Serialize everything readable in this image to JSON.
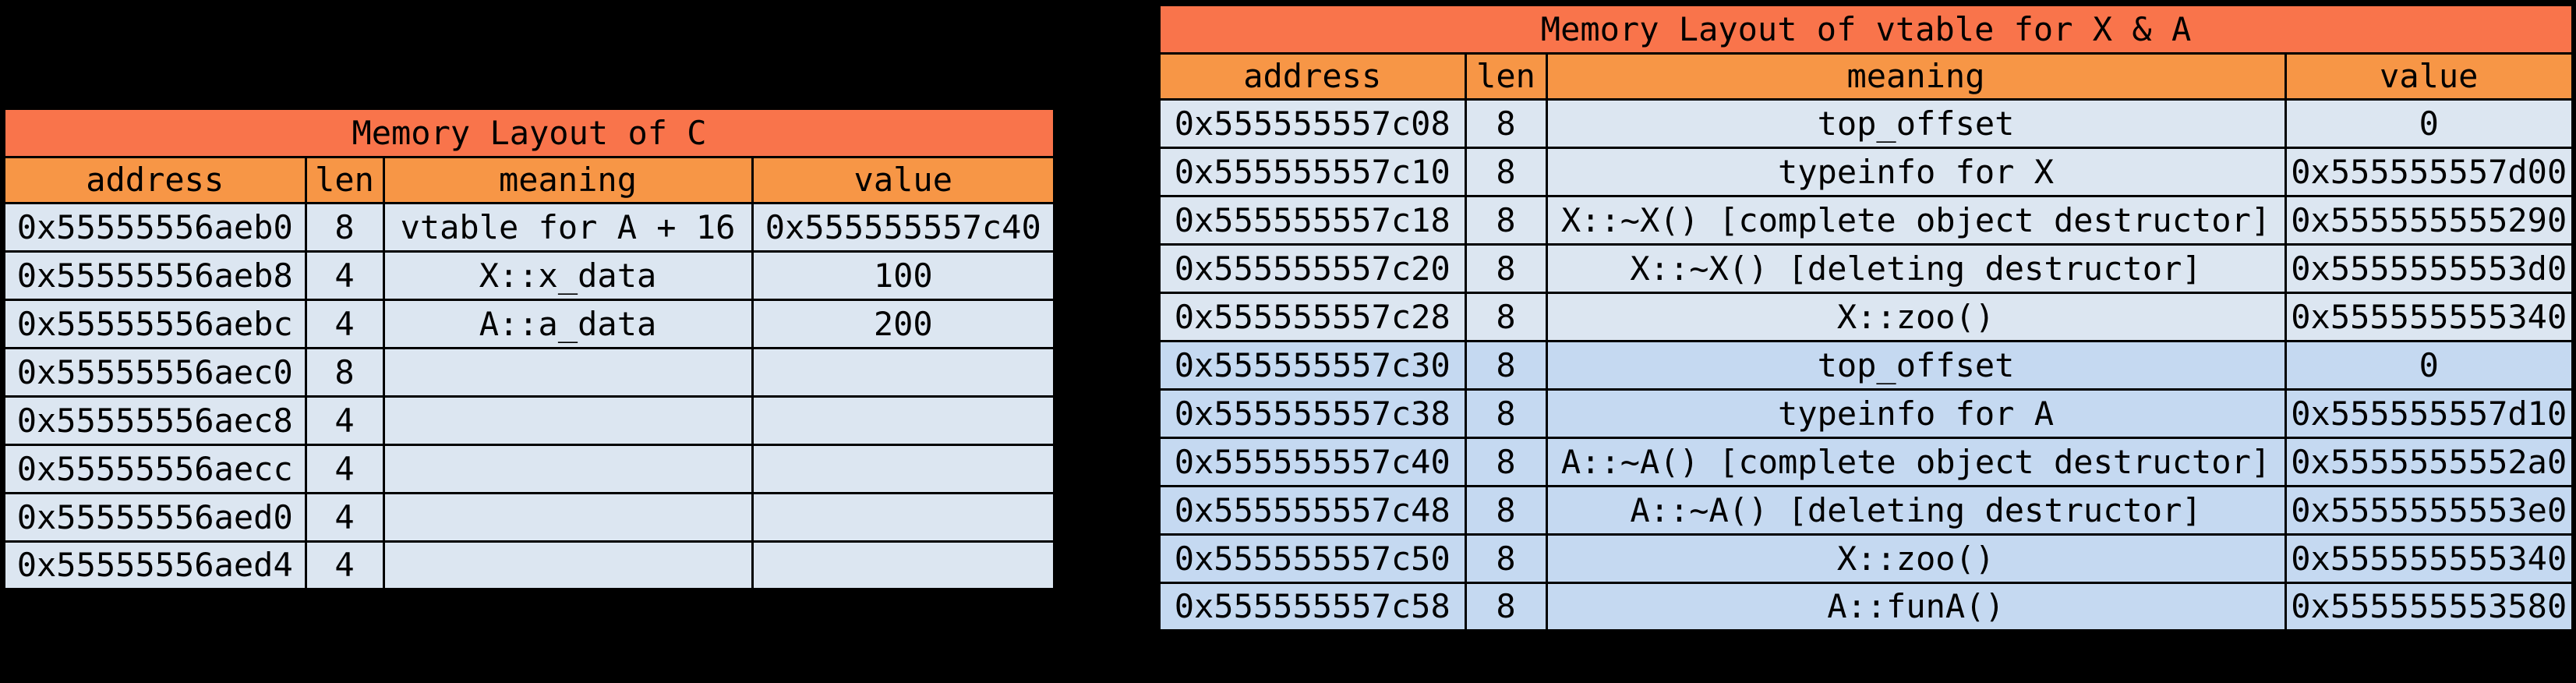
{
  "colors": {
    "title_bar": "#F9744B",
    "header_row": "#F79646",
    "row_light": "#DCE6F1",
    "row_dark": "#C5D9F1",
    "border": "#000000",
    "text": "#000000",
    "background": "#000000"
  },
  "left_table": {
    "title": "Memory Layout of C",
    "columns": {
      "address": "address",
      "len": "len",
      "meaning": "meaning",
      "value": "value"
    },
    "rows": [
      {
        "address": "0x55555556aeb0",
        "len": "8",
        "meaning": "vtable for A + 16",
        "value": "0x555555557c40",
        "shade": "light"
      },
      {
        "address": "0x55555556aeb8",
        "len": "4",
        "meaning": "X::x_data",
        "value": "100",
        "shade": "light"
      },
      {
        "address": "0x55555556aebc",
        "len": "4",
        "meaning": "A::a_data",
        "value": "200",
        "shade": "light"
      },
      {
        "address": "0x55555556aec0",
        "len": "8",
        "meaning": "",
        "value": "",
        "shade": "light"
      },
      {
        "address": "0x55555556aec8",
        "len": "4",
        "meaning": "",
        "value": "",
        "shade": "light"
      },
      {
        "address": "0x55555556aecc",
        "len": "4",
        "meaning": "",
        "value": "",
        "shade": "light"
      },
      {
        "address": "0x55555556aed0",
        "len": "4",
        "meaning": "",
        "value": "",
        "shade": "light"
      },
      {
        "address": "0x55555556aed4",
        "len": "4",
        "meaning": "",
        "value": "",
        "shade": "light"
      }
    ]
  },
  "right_table": {
    "title": "Memory Layout of vtable for X & A",
    "columns": {
      "address": "address",
      "len": "len",
      "meaning": "meaning",
      "value": "value"
    },
    "rows": [
      {
        "address": "0x555555557c08",
        "len": "8",
        "meaning": "top_offset",
        "value": "0",
        "shade": "light"
      },
      {
        "address": "0x555555557c10",
        "len": "8",
        "meaning": "typeinfo for X",
        "value": "0x555555557d00",
        "shade": "light"
      },
      {
        "address": "0x555555557c18",
        "len": "8",
        "meaning": "X::~X() [complete object destructor]",
        "value": "0x555555555290",
        "shade": "light"
      },
      {
        "address": "0x555555557c20",
        "len": "8",
        "meaning": "X::~X() [deleting destructor]",
        "value": "0x5555555553d0",
        "shade": "light"
      },
      {
        "address": "0x555555557c28",
        "len": "8",
        "meaning": "X::zoo()",
        "value": "0x555555555340",
        "shade": "light"
      },
      {
        "address": "0x555555557c30",
        "len": "8",
        "meaning": "top_offset",
        "value": "0",
        "shade": "dark"
      },
      {
        "address": "0x555555557c38",
        "len": "8",
        "meaning": "typeinfo for A",
        "value": "0x555555557d10",
        "shade": "dark"
      },
      {
        "address": "0x555555557c40",
        "len": "8",
        "meaning": "A::~A() [complete object destructor]",
        "value": "0x5555555552a0",
        "shade": "dark"
      },
      {
        "address": "0x555555557c48",
        "len": "8",
        "meaning": "A::~A() [deleting destructor]",
        "value": "0x5555555553e0",
        "shade": "dark"
      },
      {
        "address": "0x555555557c50",
        "len": "8",
        "meaning": "X::zoo()",
        "value": "0x555555555340",
        "shade": "dark"
      },
      {
        "address": "0x555555557c58",
        "len": "8",
        "meaning": "A::funA()",
        "value": "0x555555553580",
        "shade": "dark"
      }
    ]
  }
}
